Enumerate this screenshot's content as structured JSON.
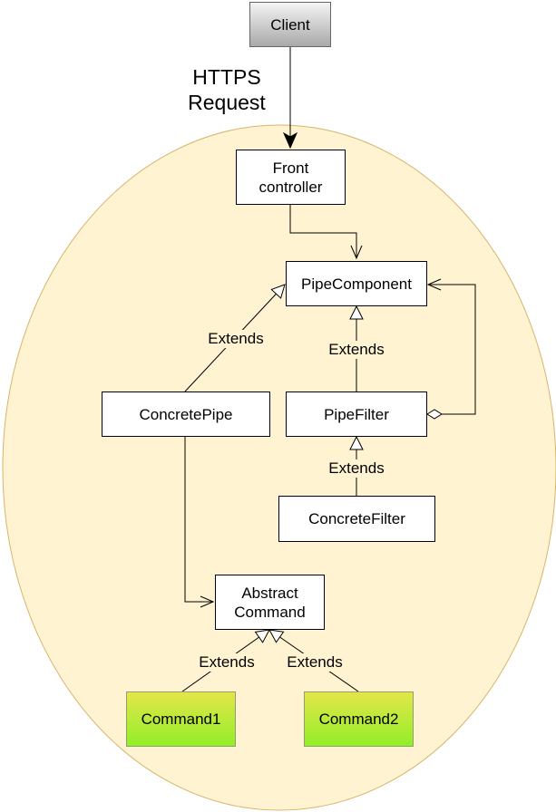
{
  "nodes": {
    "client": "Client",
    "front_controller": "Front\ncontroller",
    "pipe_component": "PipeComponent",
    "concrete_pipe": "ConcretePipe",
    "pipe_filter": "PipeFilter",
    "concrete_filter": "ConcreteFilter",
    "abstract_command": "Abstract\nCommand",
    "command1": "Command1",
    "command2": "Command2"
  },
  "edges": {
    "request": "HTTPS\nRequest",
    "pipe_extends": "Extends",
    "filter_extends": "Extends",
    "concrete_filter_extends": "Extends",
    "command1_extends": "Extends",
    "command2_extends": "Extends"
  },
  "colors": {
    "boundary_fill": "#fff3d1",
    "boundary_stroke": "#d7b46a",
    "client_fill_top": "#f4f4f4",
    "client_fill_bottom": "#a9a9a9",
    "command_fill_top": "#e3e64a",
    "command_fill_bottom": "#93ee2a"
  }
}
